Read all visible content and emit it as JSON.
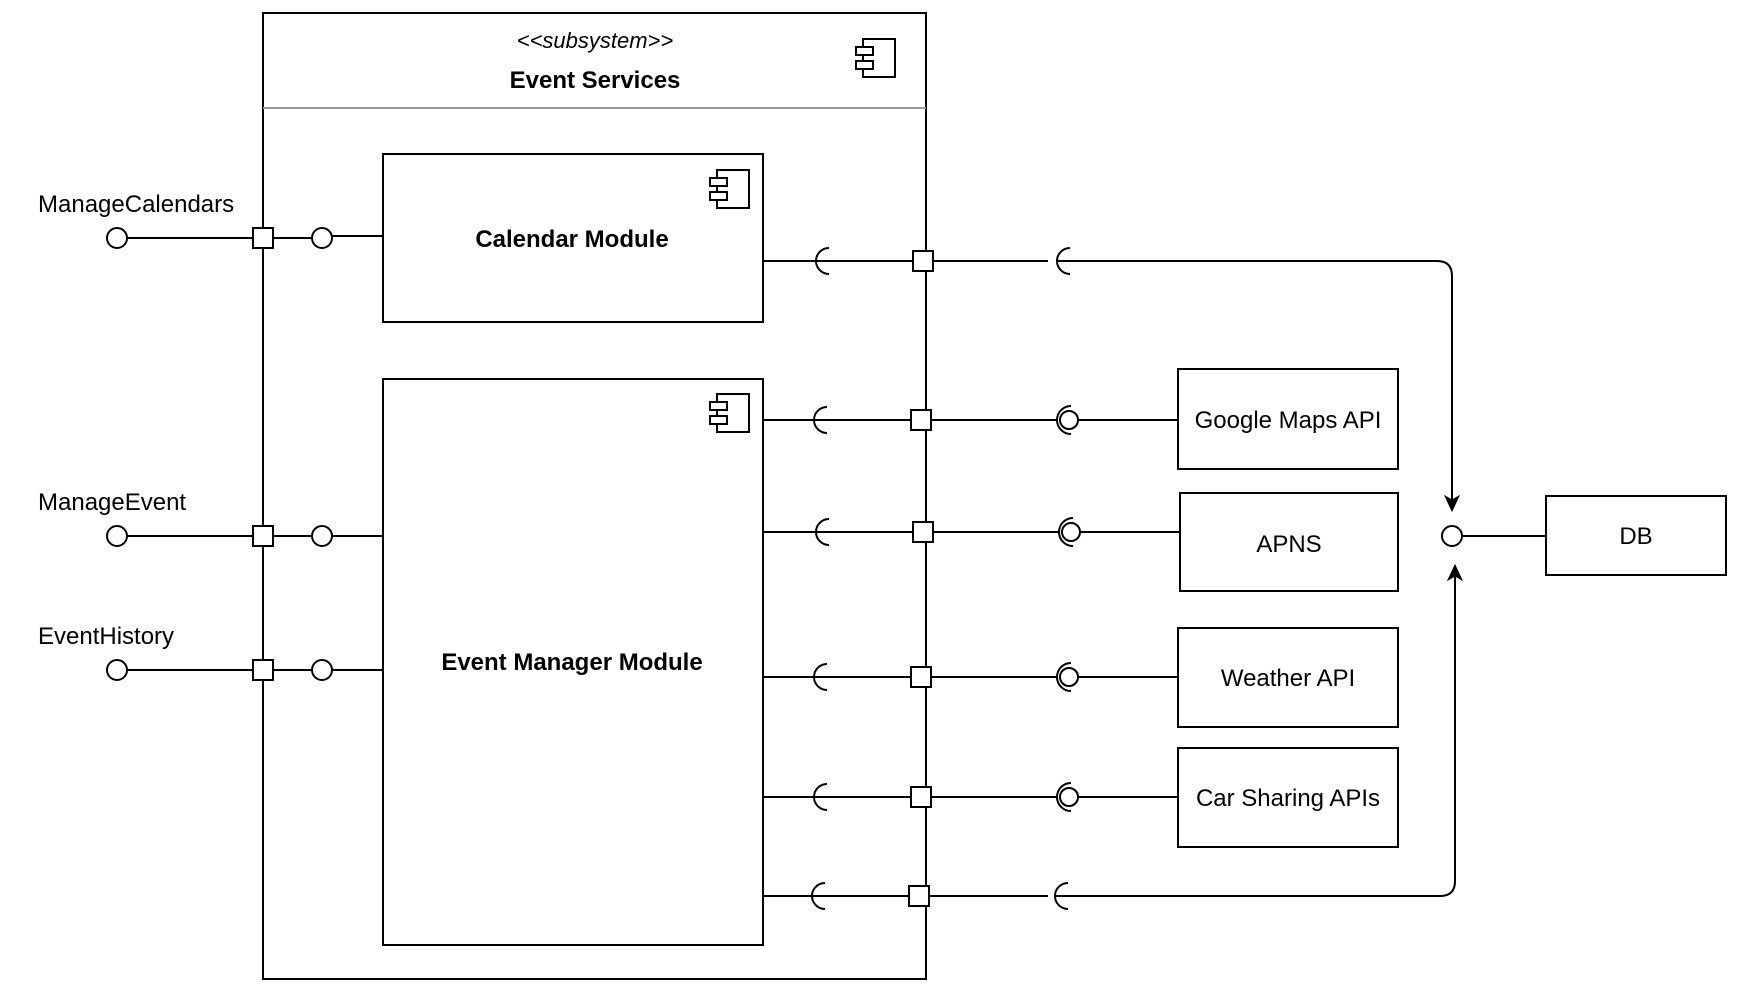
{
  "subsystem": {
    "stereotype": "<<subsystem>>",
    "name": "Event Services"
  },
  "modules": {
    "calendar": "Calendar Module",
    "event_manager": "Event Manager Module"
  },
  "provided_interfaces": [
    "ManageCalendars",
    "ManageEvent",
    "EventHistory"
  ],
  "external_components": {
    "google_maps": "Google Maps API",
    "apns": "APNS",
    "weather": "Weather API",
    "car_sharing": "Car Sharing APIs",
    "db": "DB"
  },
  "icons": [
    "component-icon"
  ],
  "colors": {
    "line": "#000000",
    "fill": "#ffffff"
  }
}
